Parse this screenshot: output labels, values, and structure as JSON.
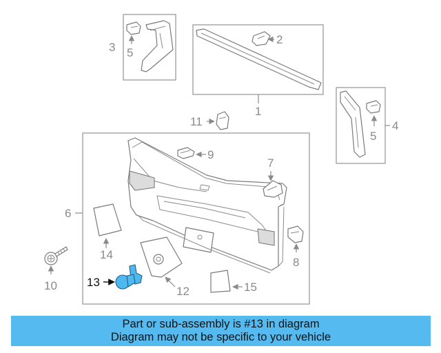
{
  "labels": {
    "p1": "1",
    "p2": "2",
    "p3": "3",
    "p4": "4",
    "p5a": "5",
    "p5b": "5",
    "p6": "6",
    "p7": "7",
    "p8": "8",
    "p9": "9",
    "p10": "10",
    "p11": "11",
    "p12": "12",
    "p13": "13",
    "p14": "14",
    "p15": "15"
  },
  "highlighted_part": "13",
  "caption": {
    "line1": "Part or sub-assembly is #13 in diagram",
    "line2": "Diagram may not be specific to your vehicle"
  },
  "colors": {
    "caption_bg": "#54baf0",
    "highlight": "#4fb8ef"
  }
}
